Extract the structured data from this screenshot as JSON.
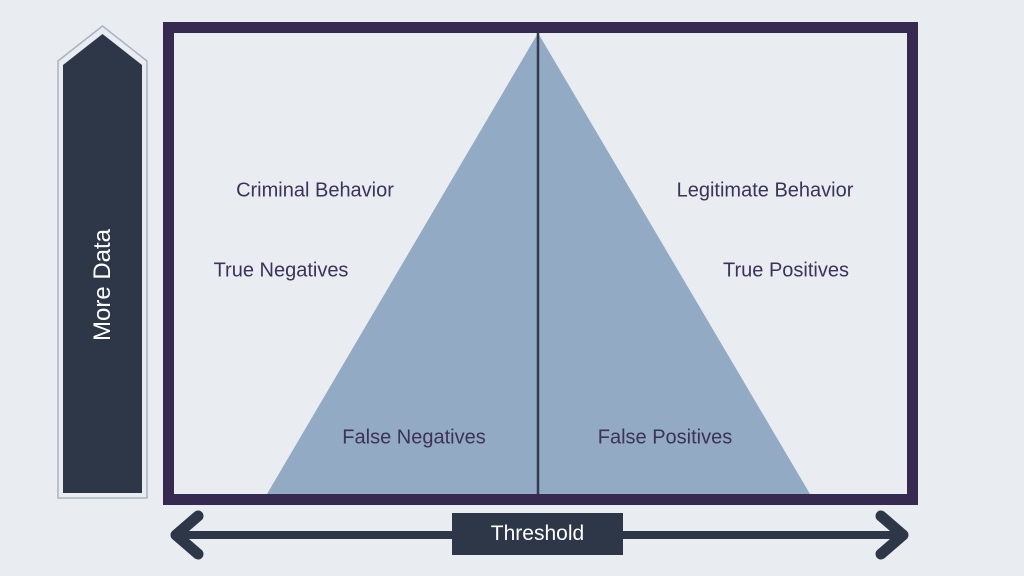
{
  "diagram": {
    "left_arrow": {
      "label": "More Data"
    },
    "regions": {
      "top_left": "Criminal Behavior",
      "top_right": "Legitimate Behavior",
      "mid_left": "True Negatives",
      "mid_right": "True Positives",
      "inner_left": "False Negatives",
      "inner_right": "False Positives"
    },
    "bottom_arrow": {
      "label": "Threshold"
    }
  },
  "colors": {
    "background": "#e9edf2",
    "frame_border": "#372a50",
    "triangle_fill": "#92aac3",
    "divider_line": "#343b4f",
    "dark_navy": "#2d3748",
    "label_text": "#3d3257",
    "light_text": "#ffffff",
    "pentagon_outline": "#a9b3c0"
  }
}
